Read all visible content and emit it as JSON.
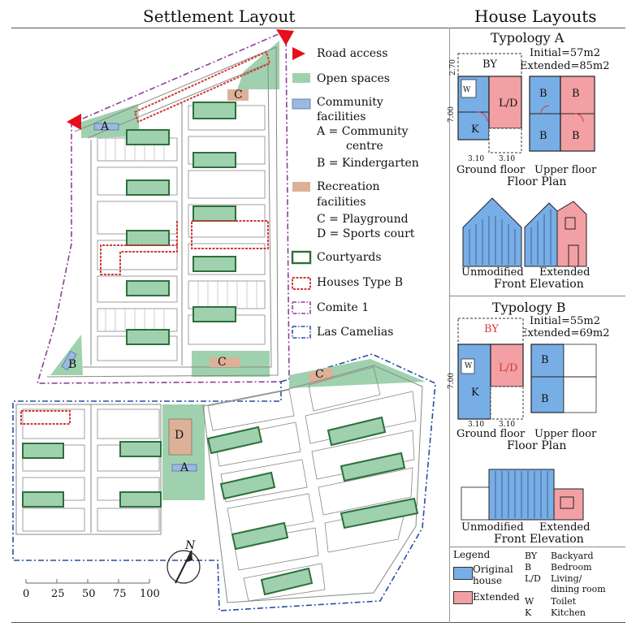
{
  "settlement": {
    "title": "Settlement Layout",
    "legend": {
      "road_access": "Road access",
      "open_spaces": "Open spaces",
      "community": [
        "Community",
        "facilities",
        "A = Community",
        "centre",
        "B = Kindergarten"
      ],
      "recreation": [
        "Recreation",
        "facilities",
        "C = Playground",
        "D = Sports court"
      ],
      "courtyards": "Courtyards",
      "houses_type_b": "Houses Type B",
      "comite": "Comite 1",
      "las_camelias": "Las Camelias"
    },
    "map_labels": {
      "a": "A",
      "b": "B",
      "c": "C",
      "d": "D"
    },
    "north": "N",
    "scale": [
      "0",
      "25",
      "50",
      "75",
      "100"
    ],
    "colors": {
      "open_space": "#9fd1ae",
      "community": "#9db9df",
      "recreation": "#ddb197",
      "courtyard": "#2e6f3b",
      "type_b": "#d23a35",
      "comite": "#8e3d99",
      "camelias": "#2a4ca3",
      "road": "#e5101b"
    }
  },
  "house_layouts": {
    "title": "House Layouts",
    "typology_a": {
      "title": "Typology A",
      "initial": "Initial=57m2",
      "extended": "Extended=85m2",
      "dim_top": "2.70",
      "dim_side": "7.00",
      "dim_w1": "3.10",
      "dim_w2": "3.10",
      "ground_floor": "Ground floor",
      "upper_floor": "Upper floor",
      "floor_plan": "Floor Plan",
      "unmodified": "Unmodified",
      "extended_label": "Extended",
      "front_elevation": "Front Elevation",
      "rooms": {
        "by": "BY",
        "w": "W",
        "ld": "L/D",
        "k": "K",
        "b": "B"
      }
    },
    "typology_b": {
      "title": "Typology B",
      "initial": "Initial=55m2",
      "extended": "Extended=69m2",
      "dim_side": "7.00",
      "dim_w1": "3.10",
      "dim_w2": "3.10",
      "ground_floor": "Ground floor",
      "upper_floor": "Upper floor",
      "floor_plan": "Floor Plan",
      "unmodified": "Unmodified",
      "extended_label": "Extended",
      "front_elevation": "Front Elevation",
      "rooms": {
        "by": "BY",
        "w": "W",
        "ld": "L/D",
        "k": "K",
        "b": "B"
      }
    },
    "legend": {
      "title": "Legend",
      "original": [
        "Original",
        "house"
      ],
      "extended": "Extended",
      "abbreviations": [
        {
          "key": "BY",
          "value": "Backyard"
        },
        {
          "key": "B",
          "value": "Bedroom"
        },
        {
          "key": "L/D",
          "value": "Living/"
        },
        {
          "key": "",
          "value": "dining room"
        },
        {
          "key": "W",
          "value": "Toilet"
        },
        {
          "key": "K",
          "value": "Kitchen"
        }
      ],
      "colors": {
        "original": "#78aee6",
        "extended": "#f2a0a4"
      }
    }
  }
}
